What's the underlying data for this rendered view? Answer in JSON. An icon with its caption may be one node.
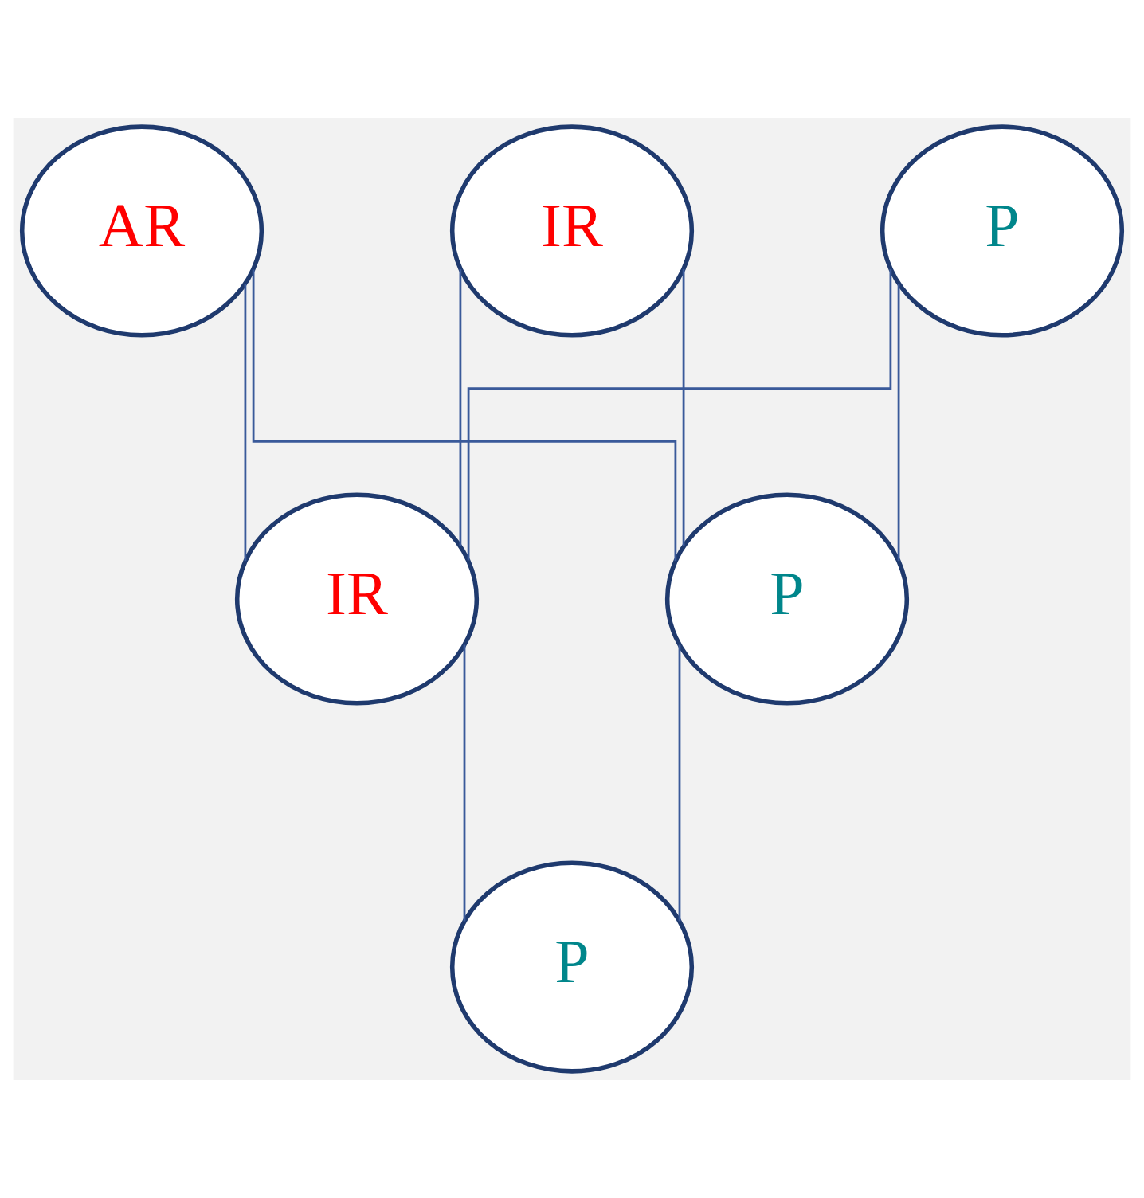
{
  "diagram": {
    "nodes": [
      {
        "text": [
          "AR"
        ]
      },
      {
        "text": [
          "IR"
        ]
      },
      {
        "text": [
          "P"
        ]
      },
      {
        "text": [
          "IR"
        ]
      },
      {
        "text": [
          "P"
        ]
      },
      {
        "text": [
          "P"
        ]
      }
    ],
    "edges": [
      {
        "from": 0,
        "to": 3,
        "arrow": "none"
      },
      {
        "from": 0,
        "to": 4,
        "arrow": "none"
      },
      {
        "from": 1,
        "to": 3,
        "arrow": "none"
      },
      {
        "from": 1,
        "to": 4,
        "arrow": "none"
      },
      {
        "from": 2,
        "to": 3,
        "arrow": "none"
      },
      {
        "from": 2,
        "to": 4,
        "arrow": "none"
      },
      {
        "from": 3,
        "to": 5,
        "arrow": "none"
      },
      {
        "from": 4,
        "to": 5,
        "arrow": "none"
      }
    ]
  }
}
